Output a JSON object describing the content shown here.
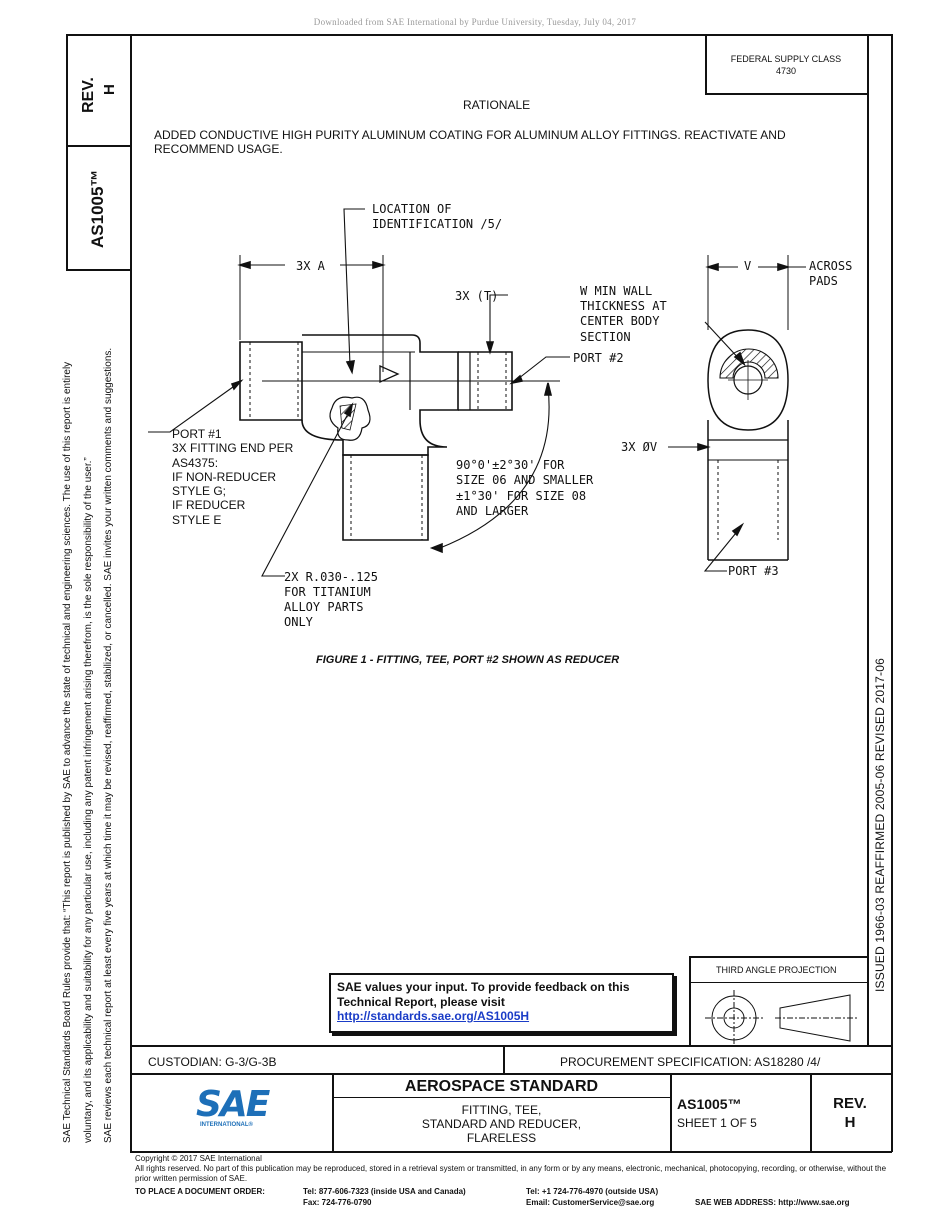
{
  "header": {
    "download_notice": "Downloaded from SAE International by Purdue University, Tuesday, July 04, 2017"
  },
  "left_margin": {
    "rev_label": "REV.",
    "rev_value": "H",
    "doc_number": "AS1005™",
    "notice_lines": [
      "SAE Technical Standards Board Rules provide that: “This report is published by SAE to advance the state of technical and engineering sciences. The use of this report is entirely",
      "voluntary, and its applicability and suitability for any particular use, including any patent infringement arising therefrom, is the sole responsibility of the user.”",
      "SAE reviews each technical report at least every five years at which time it may be revised, reaffirmed, stabilized, or cancelled. SAE invites your written comments and suggestions."
    ]
  },
  "federal_supply_class": {
    "label": "FEDERAL SUPPLY CLASS",
    "value": "4730"
  },
  "rationale": {
    "heading": "RATIONALE",
    "text": "ADDED CONDUCTIVE HIGH PURITY ALUMINUM COATING FOR ALUMINUM ALLOY FITTINGS. REACTIVATE AND RECOMMEND USAGE."
  },
  "figure": {
    "caption": "FIGURE 1 - FITTING, TEE, PORT #2 SHOWN AS REDUCER",
    "labels": {
      "location": [
        "LOCATION OF",
        "IDENTIFICATION /5/"
      ],
      "three_a": "3X A",
      "three_t": "3X (T)",
      "port2": "PORT #2",
      "port1": [
        "PORT #1",
        "3X FITTING END PER",
        "AS4375:",
        "IF NON-REDUCER",
        "STYLE G;",
        "IF REDUCER",
        "STYLE E"
      ],
      "angle": [
        "90°0'±2°30' FOR",
        "SIZE 06 AND SMALLER",
        "±1°30' FOR SIZE 08",
        "AND LARGER"
      ],
      "radius": [
        "2X R.030-.125",
        "FOR TITANIUM",
        "ALLOY PARTS",
        "ONLY"
      ],
      "wall": [
        "W MIN WALL",
        "THICKNESS AT",
        "CENTER BODY",
        "SECTION"
      ],
      "v": "V",
      "across": [
        "ACROSS",
        "PADS"
      ],
      "phi_v": "3X ØV",
      "port3": "PORT #3"
    }
  },
  "right_margin": {
    "dates": "ISSUED 1966-03     REAFFIRMED 2005-06     REVISED 2017-06"
  },
  "feedback": {
    "line1": "SAE values your input. To provide feedback on this",
    "line2": "Technical Report, please visit",
    "link": "http://standards.sae.org/AS1005H"
  },
  "projection": {
    "label": "THIRD ANGLE PROJECTION"
  },
  "title_block": {
    "custodian": "CUSTODIAN: G-3/G-3B",
    "procurement": "PROCUREMENT SPECIFICATION: AS18280 /4/",
    "logo_letters": "SAE",
    "logo_sub": "INTERNATIONAL®",
    "standard_type": "AEROSPACE STANDARD",
    "subtitle_lines": [
      "FITTING, TEE,",
      "STANDARD AND REDUCER,",
      "FLARELESS"
    ],
    "doc_number": "AS1005™",
    "sheet": "SHEET 1 OF 5",
    "rev_label": "REV.",
    "rev_value": "H"
  },
  "footer": {
    "copyright": "Copyright © 2017 SAE International",
    "rights": "All rights reserved. No part of this publication may be reproduced, stored in a retrieval system or transmitted, in any form or by any means, electronic, mechanical, photocopying, recording, or otherwise, without the prior written permission of SAE.",
    "order_label": "TO PLACE A DOCUMENT ORDER:",
    "tel_usa": "Tel: 877-606-7323 (inside USA and Canada)",
    "fax": "Fax: 724-776-0790",
    "tel_intl": "Tel: +1 724-776-4970 (outside USA)",
    "email": "Email: CustomerService@sae.org",
    "web": "SAE WEB ADDRESS: http://www.sae.org"
  }
}
